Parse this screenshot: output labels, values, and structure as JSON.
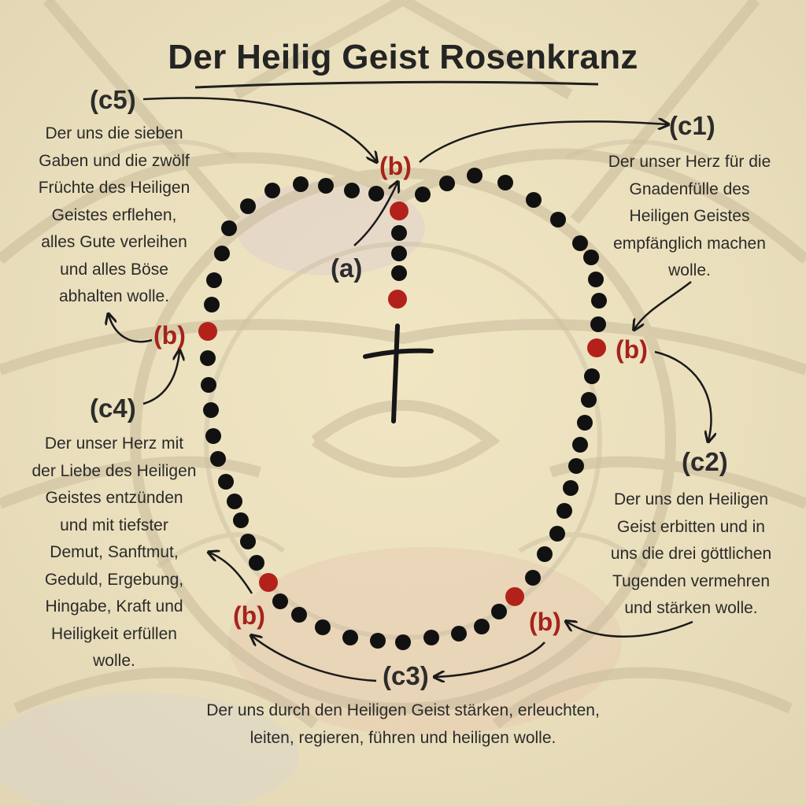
{
  "title": "Der Heilig Geist Rosenkranz",
  "colors": {
    "bead": "#111111",
    "marker_bead": "#b3221a",
    "marker_text": "#a5231b",
    "text": "#2a2a2a"
  },
  "labels": {
    "a": "(a)",
    "b": "(b)",
    "c1": "(c1)",
    "c2": "(c2)",
    "c3": "(c3)",
    "c4": "(c4)",
    "c5": "(c5)"
  },
  "prayers": {
    "c1": "Der unser Herz für die\nGnadenfülle des\nHeiligen Geistes\nempfänglich machen\nwolle.",
    "c2": "Der uns den Heiligen\nGeist erbitten und in\nuns die drei göttlichen\nTugenden vermehren\nund stärken wolle.",
    "c3": "Der uns durch den Heiligen Geist stärken, erleuchten,\nleiten, regieren, führen und heiligen wolle.",
    "c4": "Der unser Herz mit\nder Liebe des Heiligen\nGeistes entzünden\nund mit tiefster\nDemut, Sanftmut,\nGeduld, Ergebung,\nHingabe, Kraft und\nHeiligkeit erfüllen\nwolle.",
    "c5": "Der uns die sieben\nGaben und die zwölf\nFrüchte des Heiligen\nGeistes erflehen,\nalles Gute verleihen\nund alles Böse\nabhalten wolle."
  },
  "icons": [
    "cross-icon",
    "rosary-bead-icon",
    "arrow-icon"
  ]
}
